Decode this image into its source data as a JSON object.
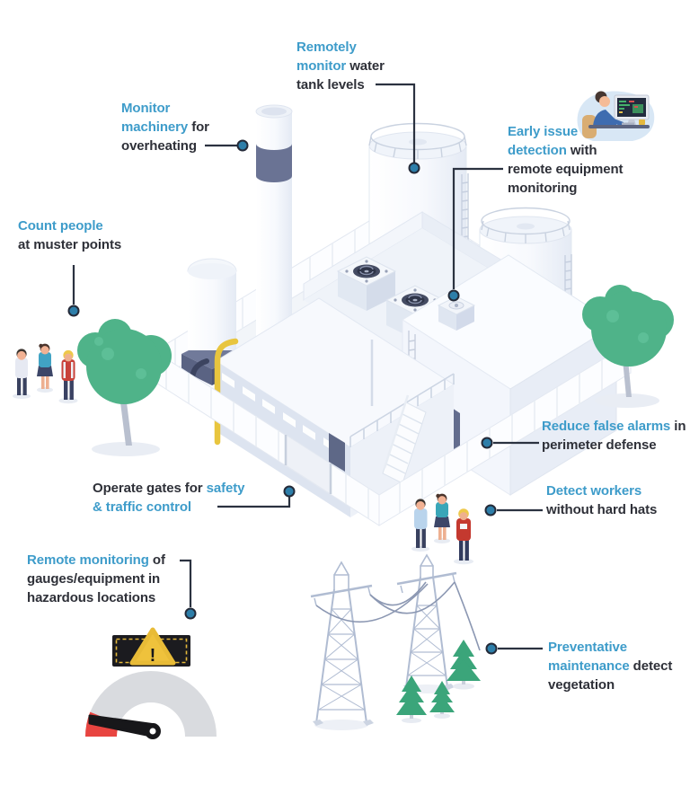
{
  "page": {
    "background": "#ffffff"
  },
  "colors": {
    "accent_blue": "#3e9cca",
    "text_dark": "#2e3038",
    "connector_line": "#2b3240",
    "connector_dot_fill": "#2d7ea9",
    "connector_dot_ring": "#242a38",
    "building_white": "#f6f8fc",
    "slate_dark": "#66708f",
    "tree_green": "#4fb389",
    "pine_green": "#3ba57a",
    "pylon_steel": "#b0bcd2",
    "alert_red": "#e84440",
    "warning_yellow": "#efc23c",
    "pipe_yellow": "#e8c53e"
  },
  "callouts": {
    "water_tank": {
      "lines": [
        [
          "Remotely"
        ],
        [
          "monitor",
          " water"
        ],
        [
          "tank levels"
        ]
      ]
    },
    "machinery": {
      "lines": [
        [
          "Monitor"
        ],
        [
          "machinery",
          " for"
        ],
        [
          "overheating"
        ]
      ]
    },
    "early_issue": {
      "lines": [
        [
          "Early issue"
        ],
        [
          "detection",
          " with"
        ],
        [
          "remote equipment"
        ],
        [
          "monitoring"
        ]
      ]
    },
    "muster": {
      "lines": [
        [
          "Count people"
        ],
        [
          "at muster points"
        ]
      ]
    },
    "perimeter": {
      "lines": [
        [
          "Reduce false alarms",
          " in"
        ],
        [
          "perimeter defense"
        ]
      ]
    },
    "gates": {
      "lines": [
        [
          "Operate gates for",
          " safety"
        ],
        [
          "& traffic control"
        ]
      ]
    },
    "hard_hats": {
      "lines": [
        [
          "Detect workers"
        ],
        [
          "without hard hats"
        ]
      ]
    },
    "gauges": {
      "lines": [
        [
          "Remote monitoring",
          " of"
        ],
        [
          "gauges/equipment in"
        ],
        [
          "hazardous locations"
        ]
      ]
    },
    "vegetation": {
      "lines": [
        [
          "Preventative"
        ],
        [
          "maintenance",
          " detect"
        ],
        [
          "vegetation"
        ]
      ]
    }
  },
  "warning_sign": {
    "glyph": "!"
  },
  "illustration": {
    "scene": "isometric-industrial-plant",
    "parts": [
      "chimney",
      "water-tank-large",
      "water-tank-small",
      "storage-silo",
      "roof-fan-units",
      "rooftop-vent-unit",
      "main-building",
      "process-building",
      "perimeter-fence",
      "gate",
      "tree-left",
      "tree-right",
      "muster-point-people",
      "site-workers",
      "transmission-towers",
      "power-lines",
      "pine-trees",
      "pressure-gauge",
      "warning-sign",
      "remote-operator-at-computer"
    ]
  }
}
